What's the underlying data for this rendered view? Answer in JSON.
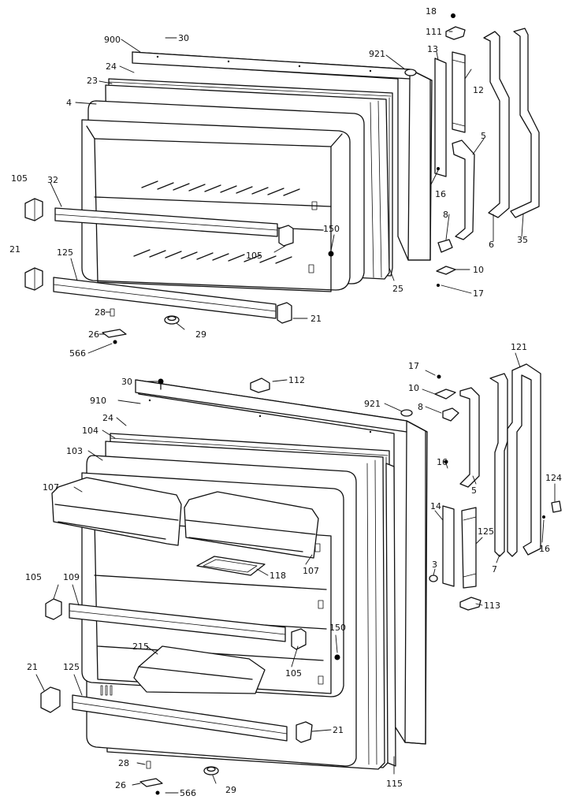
{
  "callouts": {
    "upper": {
      "p18": "18",
      "p30": "30",
      "p900": "900",
      "p111": "111",
      "p921": "921",
      "p13": "13",
      "p12": "12",
      "p24": "24",
      "p23": "23",
      "p4": "4",
      "p5": "5",
      "p16": "16",
      "p105a": "105",
      "p32": "32",
      "p8": "8",
      "p150": "150",
      "p105b": "105",
      "p6": "6",
      "p35": "35",
      "p21a": "21",
      "p125": "125",
      "p10": "10",
      "p25": "25",
      "p17": "17",
      "p28": "28",
      "p21b": "21",
      "p26": "26",
      "p29": "29",
      "p566": "566"
    },
    "lower": {
      "p30": "30",
      "p112": "112",
      "p17": "17",
      "p121": "121",
      "p10": "10",
      "p910": "910",
      "p921": "921",
      "p8": "8",
      "p24": "24",
      "p104": "104",
      "p103": "103",
      "p16a": "16",
      "p107a": "107",
      "p124": "124",
      "p5": "5",
      "p14": "14",
      "p125a": "125",
      "p16b": "16",
      "p107b": "107",
      "p3": "3",
      "p7": "7",
      "p118": "118",
      "p105a": "105",
      "p109": "109",
      "p113": "113",
      "p150": "150",
      "p215": "215",
      "p105b": "105",
      "p21a": "21",
      "p125b": "125",
      "p21b": "21",
      "p28": "28",
      "p115": "115",
      "p26": "26",
      "p29": "29",
      "p566": "566"
    }
  }
}
